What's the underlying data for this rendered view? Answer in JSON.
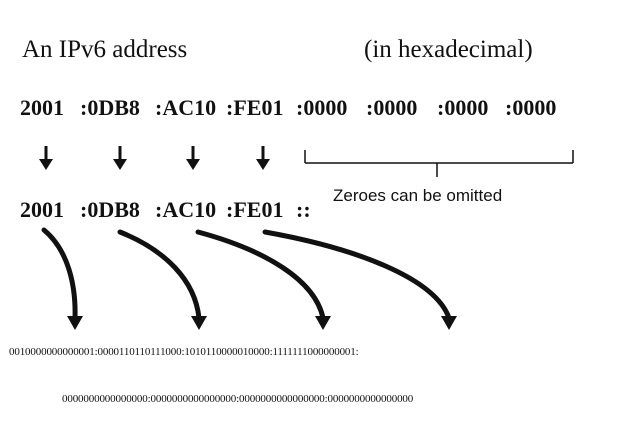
{
  "title": "An IPv6 address",
  "subtitle": "(in hexadecimal)",
  "full_address": [
    "2001",
    ":0DB8",
    ":AC10",
    ":FE01",
    ":0000",
    ":0000",
    ":0000",
    ":0000"
  ],
  "compressed_address": [
    "2001",
    ":0DB8",
    ":AC10",
    ":FE01",
    "::"
  ],
  "omitted_note": "Zeroes can be omitted",
  "binary_line_1": "0010000000000001:0000110110111000:1010110000010000:1111111000000001:",
  "binary_line_2": "0000000000000000:0000000000000000:0000000000000000:0000000000000000",
  "colors": {
    "text": "#111111",
    "arrows": "#111111",
    "background": "#ffffff"
  }
}
